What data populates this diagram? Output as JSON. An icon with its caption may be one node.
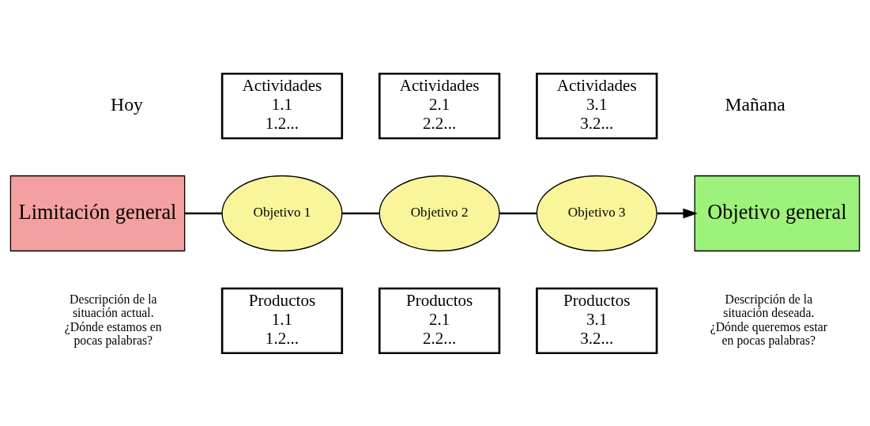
{
  "diagram": {
    "nodes": [
      {
        "text": [
          "Limitación general"
        ]
      },
      {
        "text": [
          "Objetivo 1"
        ]
      },
      {
        "text": [
          "Objetivo 2"
        ]
      },
      {
        "text": [
          "Objetivo 3"
        ]
      },
      {
        "text": [
          "Objetivo general"
        ]
      },
      {
        "text": [
          "Actividades",
          "1.1",
          "1.2..."
        ]
      },
      {
        "text": [
          "Actividades",
          "2.1",
          "2.2..."
        ]
      },
      {
        "text": [
          "Actividades",
          "3.1",
          "3.2..."
        ]
      },
      {
        "text": [
          "Productos",
          "1.1",
          "1.2..."
        ]
      },
      {
        "text": [
          "Productos",
          "2.1",
          "2.2..."
        ]
      },
      {
        "text": [
          "Productos",
          "3.1",
          "3.2..."
        ]
      }
    ],
    "edges": [
      {
        "from": 0,
        "to": 1,
        "arrow": "none"
      },
      {
        "from": 1,
        "to": 2,
        "arrow": "none"
      },
      {
        "from": 2,
        "to": 3,
        "arrow": "none"
      },
      {
        "from": 3,
        "to": 4,
        "arrow": "to"
      }
    ],
    "labels": [
      "Hoy",
      "Mañana",
      "Descripción de la situación actual. ¿Dónde estamos en pocas palabras?",
      "Descripción de la situación deseada. ¿Dónde queremos estar en pocas palabras?"
    ]
  }
}
